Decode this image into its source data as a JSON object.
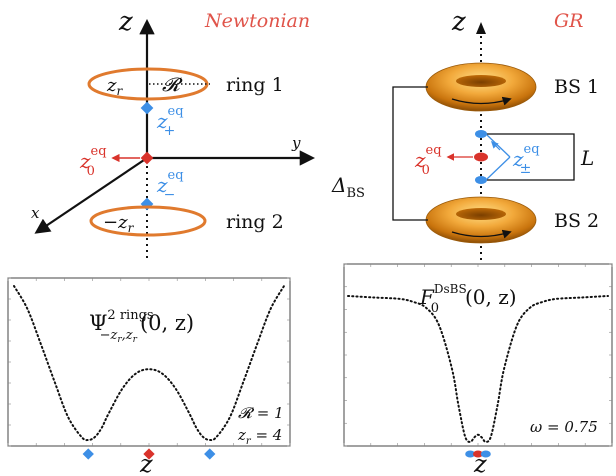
{
  "colors": {
    "axis": "#111111",
    "ring_orange": "#e07a2e",
    "equilibrium_blue": "#3d8fe6",
    "origin_red": "#d9332b",
    "title_red": "#e0544a",
    "torus_outer": "#c97a12",
    "torus_light": "#f6c35a",
    "torus_dark": "#8a4c05",
    "panel_border": "#444444"
  },
  "newtonian": {
    "title": "Newtonian",
    "axis_z": "z",
    "axis_y": "y",
    "axis_x": "x",
    "ring1_label": "ring 1",
    "ring2_label": "ring 2",
    "ring1_inner_zr": "z",
    "ring1_inner_zr_sub": "r",
    "ring1_inner_R": "𝓡",
    "ring2_inner": "−z",
    "ring2_inner_sub": "r",
    "zplus_base": "z",
    "zplus_sup": "eq",
    "zplus_sub": "+",
    "zminus_base": "z",
    "zminus_sup": "eq",
    "zminus_sub": "−",
    "z0_base": "z",
    "z0_sup": "eq",
    "z0_sub": "0"
  },
  "gr": {
    "title": "GR",
    "axis_z": "z",
    "bs1_label": "BS 1",
    "bs2_label": "BS 2",
    "delta_base": "Δ",
    "delta_sub": "BS",
    "L_label": "L",
    "z0_base": "z",
    "z0_sup": "eq",
    "z0_sub": "0",
    "zpm_base": "z",
    "zpm_sup": "eq",
    "zpm_sub": "±"
  },
  "plot_left": {
    "formula_base": "Ψ",
    "formula_sup": "2 rings",
    "formula_sub": "−z",
    "formula_sub2": "r",
    "formula_sub3": ",z",
    "formula_sub4": "r",
    "formula_args": "(0, z)",
    "param1": "𝓡 = 1",
    "param2_base": "z",
    "param2_sub": "r",
    "param2_rest": " = 4",
    "xlabel": "z"
  },
  "plot_right": {
    "formula_base": "F",
    "formula_sup": "DsBS",
    "formula_sub": "0",
    "formula_args": "(0, z)",
    "param": "ω = 0.75",
    "xlabel": "z"
  },
  "chart_data": [
    {
      "type": "line",
      "title": "Ψ^{2 rings}_{-z_r, z_r}(0, z)",
      "xlabel": "z",
      "ylabel": "",
      "annotations": [
        "𝓡 = 1",
        "z_r = 4"
      ],
      "description": "double-well curve with minima at z = ±z_eq and a local maximum at z = 0",
      "series": [
        {
          "style": "dotted",
          "x": [
            -1.0,
            -0.9,
            -0.8,
            -0.7,
            -0.6,
            -0.5,
            -0.45,
            -0.4,
            -0.35,
            -0.3,
            -0.2,
            -0.1,
            0.0,
            0.1,
            0.2,
            0.3,
            0.35,
            0.4,
            0.45,
            0.5,
            0.6,
            0.7,
            0.8,
            0.9,
            1.0
          ],
          "y": [
            1.0,
            0.85,
            0.62,
            0.38,
            0.15,
            0.02,
            0.0,
            0.02,
            0.08,
            0.17,
            0.33,
            0.43,
            0.46,
            0.43,
            0.33,
            0.17,
            0.08,
            0.02,
            0.0,
            0.02,
            0.15,
            0.38,
            0.62,
            0.85,
            1.0
          ]
        }
      ],
      "markers": [
        {
          "x": -0.45,
          "color": "blue"
        },
        {
          "x": 0.0,
          "color": "red"
        },
        {
          "x": 0.45,
          "color": "blue"
        }
      ]
    },
    {
      "type": "line",
      "title": "F_0^{DsBS}(0, z)",
      "xlabel": "z",
      "ylabel": "",
      "annotations": [
        "ω = 0.75"
      ],
      "description": "flat curve with a single deep narrow well near z = 0 containing a tiny central bump",
      "series": [
        {
          "style": "dotted",
          "x": [
            -1.0,
            -0.8,
            -0.6,
            -0.5,
            -0.4,
            -0.3,
            -0.2,
            -0.15,
            -0.1,
            -0.06,
            -0.03,
            0.0,
            0.03,
            0.06,
            0.1,
            0.15,
            0.2,
            0.3,
            0.4,
            0.5,
            0.6,
            0.8,
            1.0
          ],
          "y": [
            1.0,
            0.99,
            0.98,
            0.96,
            0.92,
            0.8,
            0.5,
            0.25,
            0.04,
            0.0,
            0.03,
            0.05,
            0.03,
            0.0,
            0.04,
            0.25,
            0.5,
            0.8,
            0.92,
            0.96,
            0.98,
            0.99,
            1.0
          ]
        }
      ],
      "markers": [
        {
          "x": -0.06,
          "color": "blue"
        },
        {
          "x": 0.0,
          "color": "red"
        },
        {
          "x": 0.06,
          "color": "blue"
        }
      ]
    }
  ]
}
